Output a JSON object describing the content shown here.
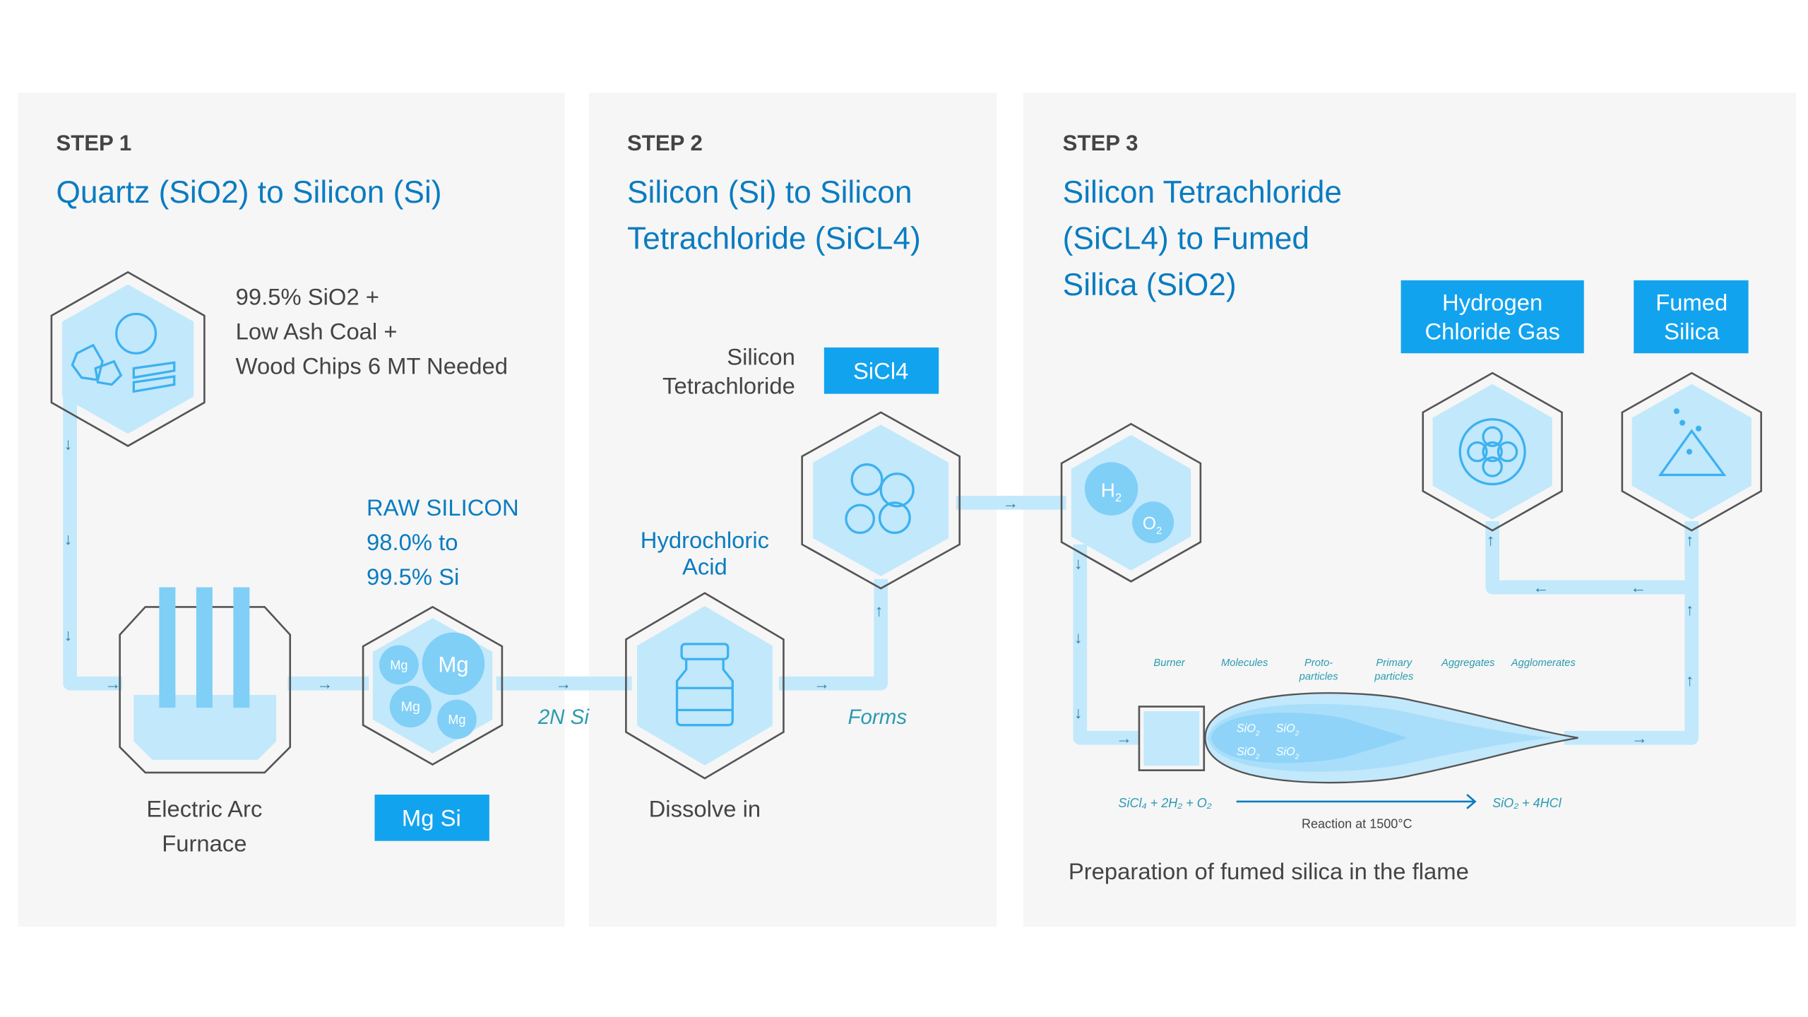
{
  "colors": {
    "panel": "#f6f6f6",
    "accent": "#0a7cc1",
    "button": "#12a3ef",
    "light": "#c2e8fb",
    "mid": "#80cff7",
    "teal": "#2a9bb0"
  },
  "step1": {
    "label": "STEP 1",
    "title": "Quartz (SiO2) to Silicon (Si)",
    "inputs": [
      "99.5% SiO2 +",
      "Low Ash Coal +",
      "Wood Chips 6 MT Needed"
    ],
    "raw_silicon": [
      "RAW SILICON",
      "98.0% to",
      "99.5% Si"
    ],
    "furnace_label": [
      "Electric Arc",
      "Furnace"
    ],
    "mg_si_button": "Mg Si",
    "mg_labels": [
      "Mg",
      "Mg",
      "Mg",
      "Mg"
    ]
  },
  "step2": {
    "label": "STEP 2",
    "title": [
      "Silicon (Si) to Silicon",
      "Tetrachloride (SiCL4)"
    ],
    "sicl_label": [
      "Silicon",
      "Tetrachloride"
    ],
    "sicl_button": "SiCl4",
    "acid_label": [
      "Hydrochloric",
      "Acid"
    ],
    "dissolve_label": "Dissolve in",
    "two_n_si": "2N Si",
    "forms": "Forms"
  },
  "step3": {
    "label": "STEP 3",
    "title": [
      "Silicon Tetrachloride",
      "(SiCL4) to Fumed",
      "Silica (SiO2)"
    ],
    "hcl_button": [
      "Hydrogen",
      "Chloride Gas"
    ],
    "fumed_button": [
      "Fumed",
      "Silica"
    ],
    "h2": "H",
    "h2_sub": "2",
    "o2": "O",
    "o2_sub": "2",
    "stages": [
      [
        "Burner"
      ],
      [
        "Molecules"
      ],
      [
        "Proto-",
        "particles"
      ],
      [
        "Primary",
        "particles"
      ],
      [
        "Aggregates"
      ],
      [
        "Agglomerates"
      ]
    ],
    "flame_molecule": "SiO",
    "flame_molecule_sub": "2",
    "reaction_left": "SiCl₄ + 2H₂ + O₂",
    "reaction_right": "SiO₂ + 4HCl",
    "reaction_condition": "Reaction at 1500°C",
    "caption": "Preparation of fumed silica in the flame"
  }
}
